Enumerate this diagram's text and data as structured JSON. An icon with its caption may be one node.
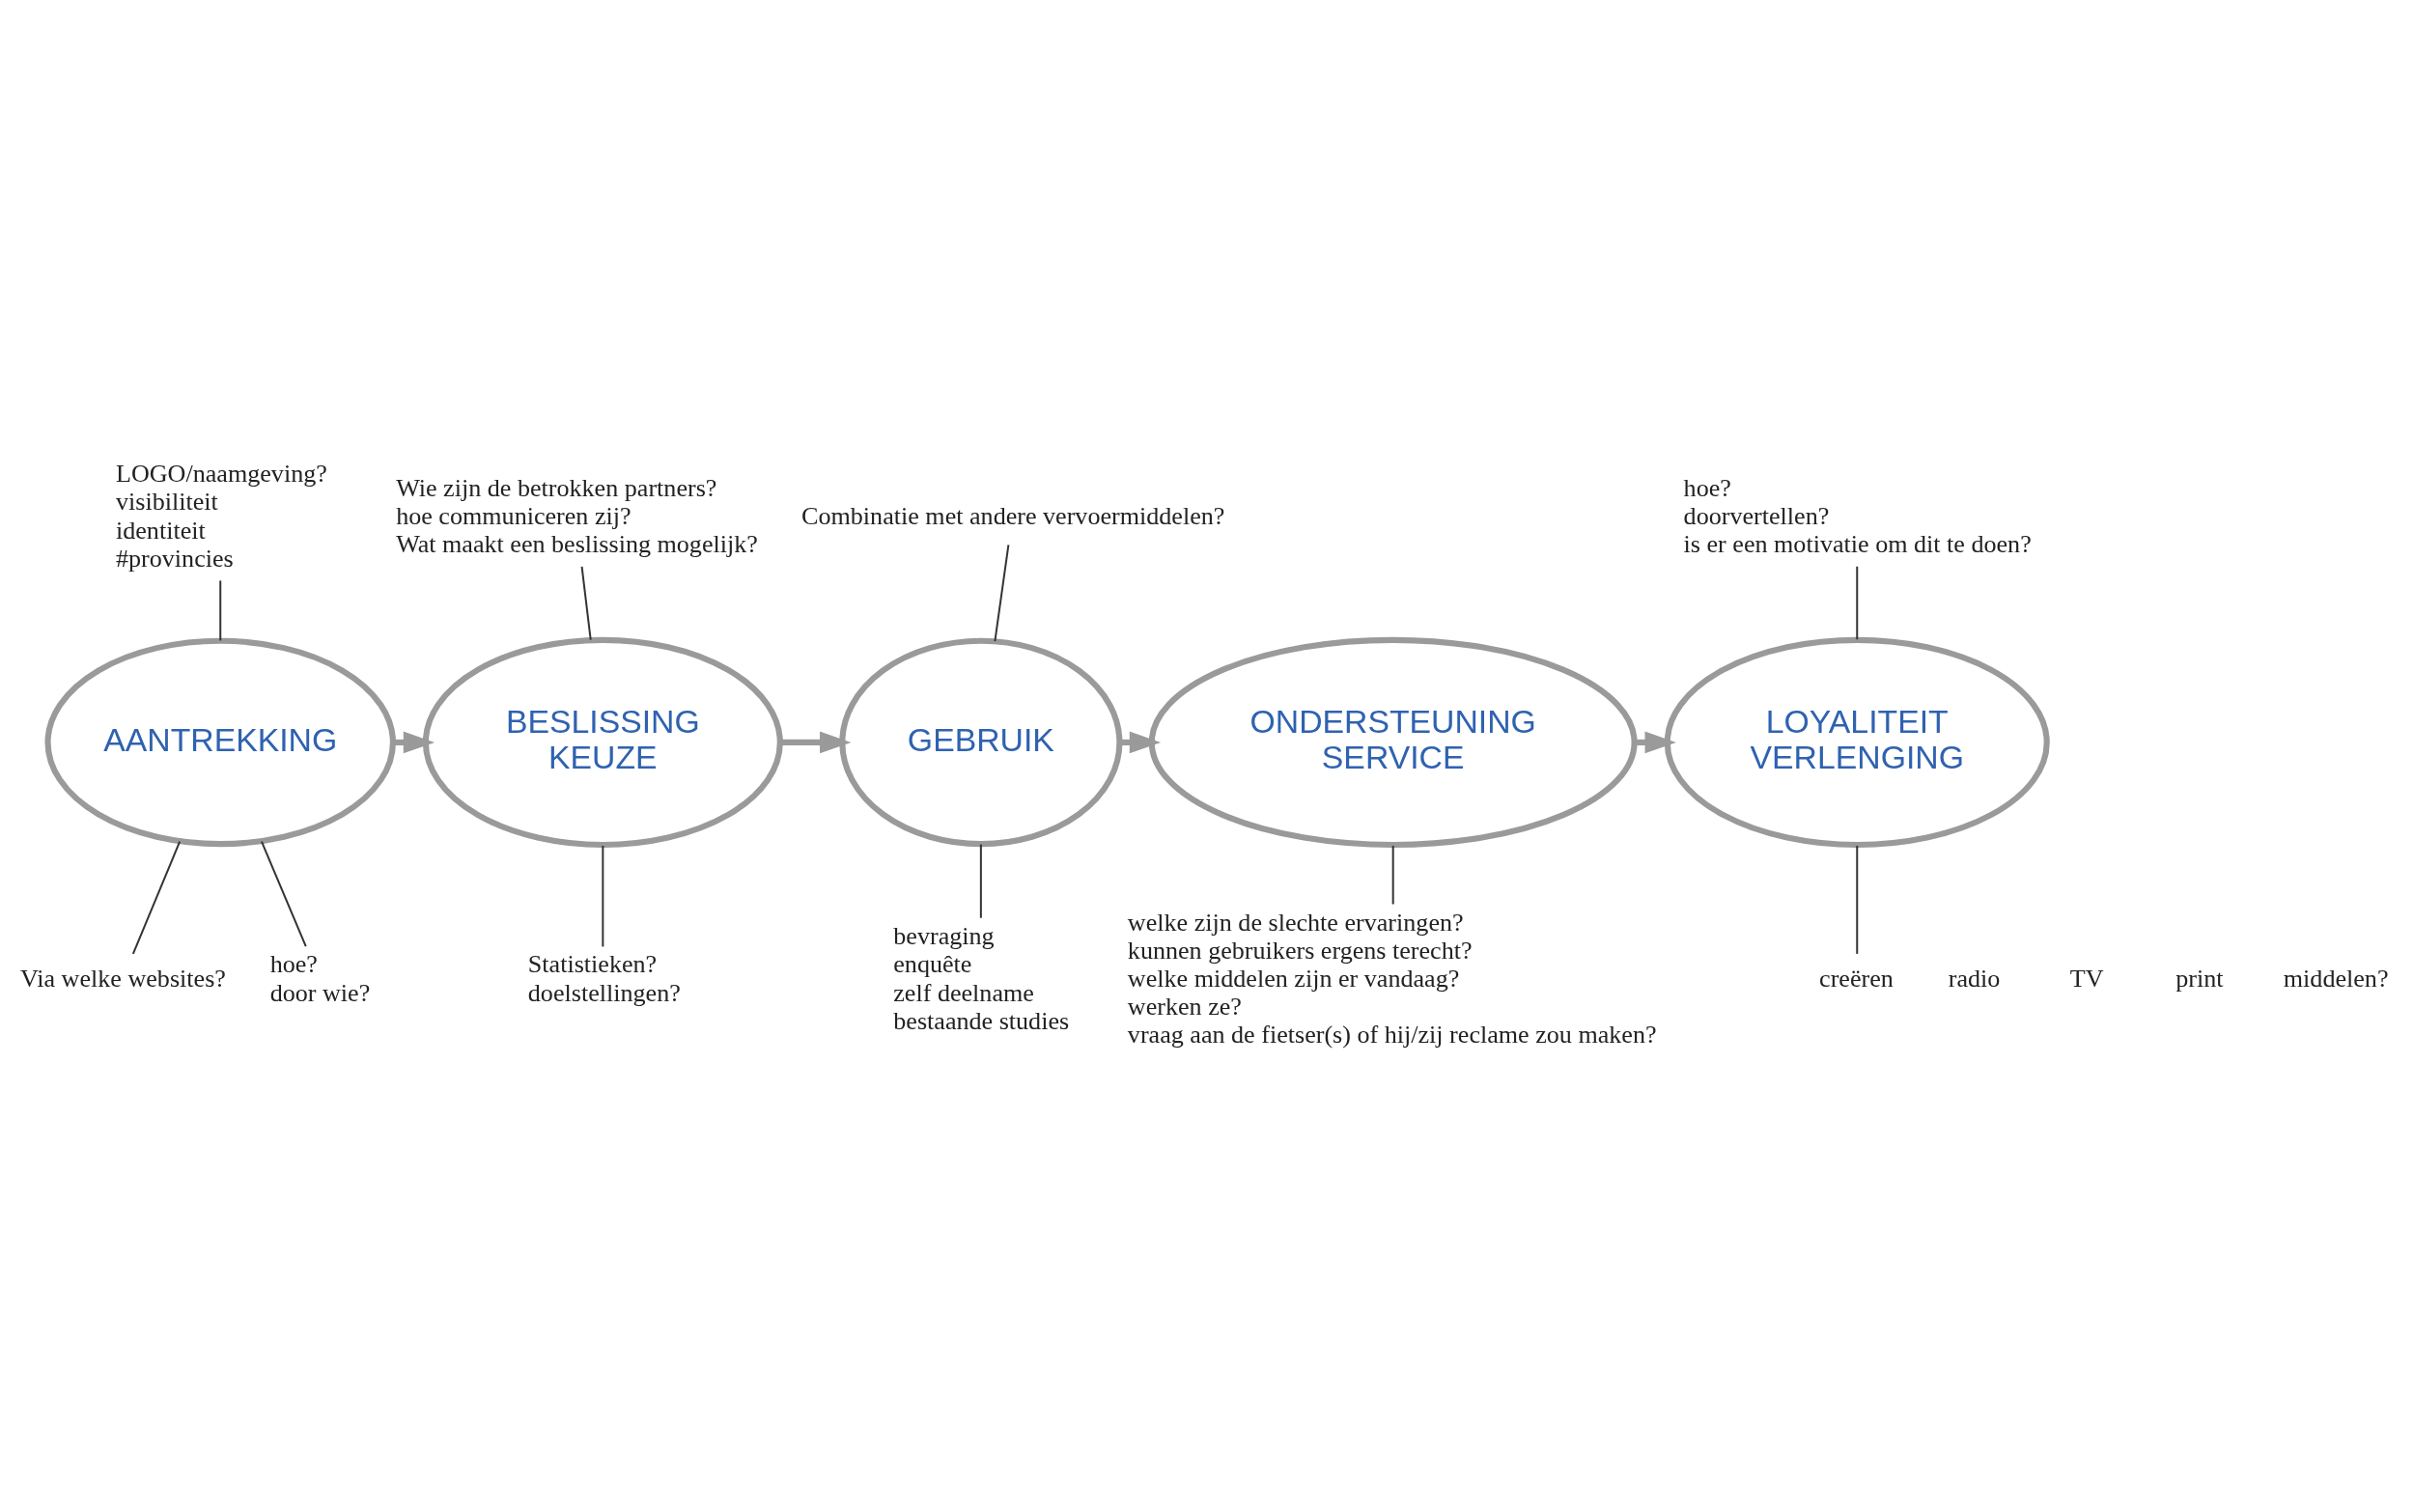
{
  "diagram": {
    "nodes": [
      {
        "text": [
          "LOGO/naamgeving?",
          "visibiliteit",
          "identiteit",
          "#provincies"
        ]
      },
      {
        "text": [
          "Wie zijn de betrokken partners?",
          "hoe communiceren zij?",
          "Wat maakt een beslissing mogelijk?"
        ]
      },
      {
        "text": [
          "Combinatie met andere vervoermiddelen?"
        ]
      },
      {
        "text": [
          "hoe?",
          "doorvertellen?",
          "is er een motivatie om dit te doen?"
        ]
      },
      {
        "text": [
          "AANTREKKING"
        ]
      },
      {
        "text": [
          "BESLISSING",
          "KEUZE"
        ]
      },
      {
        "text": [
          "GEBRUIK"
        ]
      },
      {
        "text": [
          "ONDERSTEUNING",
          "SERVICE"
        ]
      },
      {
        "text": [
          "LOYALITEIT",
          "VERLENGING"
        ]
      },
      {
        "text": [
          "Via welke websites?"
        ]
      },
      {
        "text": [
          "hoe?",
          "door wie?"
        ]
      },
      {
        "text": [
          "Statistieken?",
          "doelstellingen?"
        ]
      },
      {
        "text": [
          "bevraging",
          "enquête",
          "zelf deelname",
          "bestaande studies"
        ]
      },
      {
        "text": [
          "welke zijn de slechte ervaringen?",
          "kunnen gebruikers ergens terecht?",
          "welke middelen zijn er vandaag?",
          "werken ze?",
          "vraag aan de fietser(s) of hij/zij reclame zou maken?"
        ]
      },
      {
        "text": [
          "creëren"
        ]
      }
    ],
    "edges": [
      {
        "from": 4,
        "to": 5,
        "arrow": "to",
        "style": "thick",
        "color": "#9a9a9a"
      },
      {
        "from": 5,
        "to": 6,
        "arrow": "to",
        "style": "thick",
        "color": "#9a9a9a"
      },
      {
        "from": 6,
        "to": 7,
        "arrow": "to",
        "style": "thick",
        "color": "#9a9a9a"
      },
      {
        "from": 7,
        "to": 8,
        "arrow": "to",
        "style": "thick",
        "color": "#9a9a9a"
      },
      {
        "from": 0,
        "to": 4,
        "arrow": "none"
      },
      {
        "from": 1,
        "to": 5,
        "arrow": "none"
      },
      {
        "from": 2,
        "to": 6,
        "arrow": "none"
      },
      {
        "from": 3,
        "to": 8,
        "arrow": "none"
      },
      {
        "from": 9,
        "to": 4,
        "arrow": "none"
      },
      {
        "from": 10,
        "to": 4,
        "arrow": "none"
      },
      {
        "from": 11,
        "to": 5,
        "arrow": "none"
      },
      {
        "from": 12,
        "to": 6,
        "arrow": "none"
      },
      {
        "from": 13,
        "to": 7,
        "arrow": "none"
      },
      {
        "from": 14,
        "to": 8,
        "arrow": "none"
      }
    ],
    "labels": [
      "radio",
      "TV",
      "print",
      "middelen?"
    ]
  }
}
